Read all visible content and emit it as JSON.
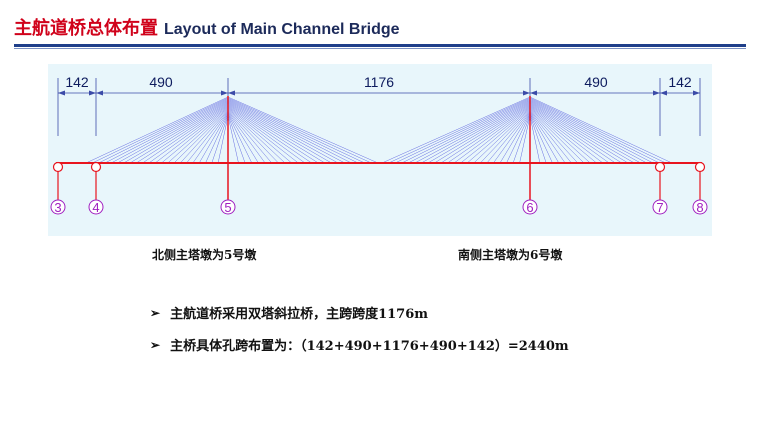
{
  "header": {
    "title_cn": "主航道桥总体布置",
    "title_en": "Layout of Main Channel Bridge"
  },
  "diagram": {
    "dimensions": [
      "142",
      "490",
      "1176",
      "490",
      "142"
    ],
    "pier_labels": [
      "3",
      "4",
      "5",
      "6",
      "7",
      "8"
    ],
    "colors": {
      "background": "#e8f6fb",
      "deck": "#e8141e",
      "cables": "#3b3fd8",
      "dimension": "#3b4ba8",
      "pier_label": "#a020c0"
    }
  },
  "captions": {
    "north": "北侧主塔墩为5号墩",
    "south": "南侧主塔墩为6号墩"
  },
  "bullets": [
    {
      "icon": "arrow-bullet-icon",
      "text": "主航道桥采用双塔斜拉桥，主跨跨度1176m"
    },
    {
      "icon": "arrow-bullet-icon",
      "text": "主桥具体孔跨布置为：（142+490+1176+490+142）=2440m"
    }
  ]
}
